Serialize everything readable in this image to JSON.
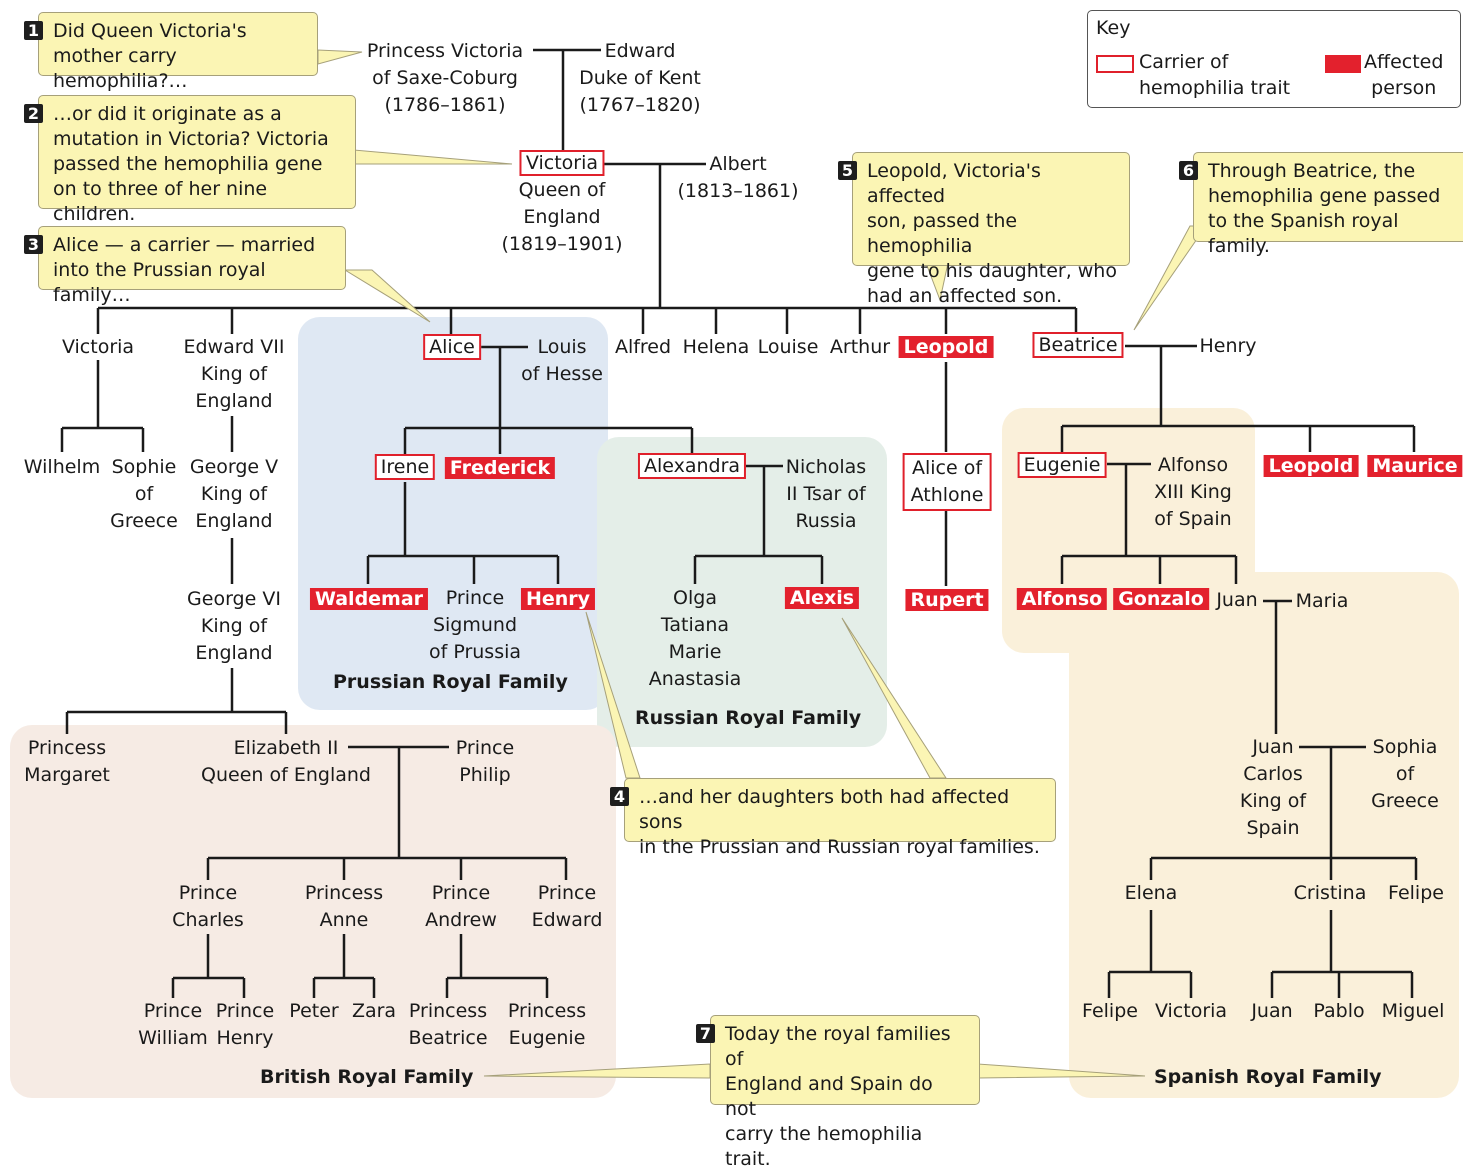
{
  "colors": {
    "affected": "#e3212d",
    "carrier_border": "#e0202b",
    "callout_bg": "#fbf5b4",
    "prussian_bg": "#dfe8f3",
    "russian_bg": "#e4eee8",
    "british_bg": "#f6ebe4",
    "spanish_bg": "#faf0da"
  },
  "key": {
    "title": "Key",
    "carrier_line1": "Carrier of",
    "carrier_line2": "hemophilia trait",
    "affected_line1": "Affected",
    "affected_line2": "person"
  },
  "callouts": {
    "c1": {
      "num": "1",
      "l1": "Did Queen Victoria's",
      "l2": "mother carry hemophilia?…"
    },
    "c2": {
      "num": "2",
      "l1": "…or did it originate as a",
      "l2": "mutation in Victoria? Victoria",
      "l3": "passed the hemophilia gene",
      "l4": "on to three of her nine children."
    },
    "c3": {
      "num": "3",
      "l1": "Alice — a carrier — married",
      "l2": "into the Prussian royal family…"
    },
    "c4": {
      "num": "4",
      "l1": "…and her daughters both had affected sons",
      "l2": "in the Prussian and Russian royal families."
    },
    "c5": {
      "num": "5",
      "l1": "Leopold, Victoria's affected",
      "l2": "son, passed the hemophilia",
      "l3": "gene to his daughter, who",
      "l4": "had an affected son."
    },
    "c6": {
      "num": "6",
      "l1": "Through Beatrice, the",
      "l2": "hemophilia gene passed",
      "l3": "to the Spanish royal family."
    },
    "c7": {
      "num": "7",
      "l1": "Today the royal families of",
      "l2": "England and Spain do not",
      "l3": "carry the hemophilia trait."
    }
  },
  "families": {
    "prussian": "Prussian Royal Family",
    "russian": "Russian Royal Family",
    "british": "British Royal Family",
    "spanish": "Spanish Royal Family"
  },
  "people": {
    "princess_victoria": {
      "l1": "Princess Victoria",
      "l2": "of Saxe-Coburg",
      "l3": "(1786–1861)"
    },
    "edward": {
      "l1": "Edward",
      "l2": "Duke of Kent",
      "l3": "(1767–1820)"
    },
    "victoria_q": {
      "name": "Victoria",
      "l2": "Queen of",
      "l3": "England",
      "l4": "(1819–1901)"
    },
    "albert": {
      "l1": "Albert",
      "l2": "(1813–1861)"
    },
    "victoria_c": "Victoria",
    "edward7": {
      "l1": "Edward VII",
      "l2": "King of",
      "l3": "England"
    },
    "alice": "Alice",
    "louis": {
      "l1": "Louis",
      "l2": "of Hesse"
    },
    "alfred": "Alfred",
    "helena": "Helena",
    "louise": "Louise",
    "arthur": "Arthur",
    "leopold": "Leopold",
    "beatrice": "Beatrice",
    "henry_b": "Henry",
    "wilhelm": "Wilhelm",
    "sophie": {
      "l1": "Sophie",
      "l2": "of",
      "l3": "Greece"
    },
    "george5": {
      "l1": "George V",
      "l2": "King of",
      "l3": "England"
    },
    "george6": {
      "l1": "George VI",
      "l2": "King of",
      "l3": "England"
    },
    "irene": "Irene",
    "frederick": "Frederick",
    "waldemar": "Waldemar",
    "sigmund": {
      "l1": "Prince",
      "l2": "Sigmund",
      "l3": "of Prussia"
    },
    "henry_p": "Henry",
    "alexandra": "Alexandra",
    "nicholas": {
      "l1": "Nicholas",
      "l2": "II Tsar of",
      "l3": "Russia"
    },
    "daughters": {
      "l1": "Olga",
      "l2": "Tatiana",
      "l3": "Marie",
      "l4": "Anastasia"
    },
    "alexis": "Alexis",
    "alice_athlone": {
      "l1": "Alice of",
      "l2": "Athlone"
    },
    "rupert": "Rupert",
    "eugenie_s": "Eugenie",
    "alfonso13": {
      "l1": "Alfonso",
      "l2": "XIII King",
      "l3": "of Spain"
    },
    "leopold_s": "Leopold",
    "maurice": "Maurice",
    "alfonso": "Alfonso",
    "gonzalo": "Gonzalo",
    "juan": "Juan",
    "maria": "Maria",
    "juan_carlos": {
      "l1": "Juan",
      "l2": "Carlos",
      "l3": "King of",
      "l4": "Spain"
    },
    "sophia": {
      "l1": "Sophia",
      "l2": "of",
      "l3": "Greece"
    },
    "elena": "Elena",
    "cristina": "Cristina",
    "felipe": "Felipe",
    "felipe_j": "Felipe",
    "victoria_j": "Victoria",
    "juan_u": "Juan",
    "pablo": "Pablo",
    "miguel": "Miguel",
    "margaret": {
      "l1": "Princess",
      "l2": "Margaret"
    },
    "elizabeth": {
      "l1": "Elizabeth II",
      "l2": "Queen of England"
    },
    "philip": {
      "l1": "Prince",
      "l2": "Philip"
    },
    "charles": {
      "l1": "Prince",
      "l2": "Charles"
    },
    "anne": {
      "l1": "Princess",
      "l2": "Anne"
    },
    "andrew": {
      "l1": "Prince",
      "l2": "Andrew"
    },
    "edward_p": {
      "l1": "Prince",
      "l2": "Edward"
    },
    "william": {
      "l1": "Prince",
      "l2": "William"
    },
    "harry": {
      "l1": "Prince",
      "l2": "Henry"
    },
    "peter": "Peter",
    "zara": "Zara",
    "beatrice_y": {
      "l1": "Princess",
      "l2": "Beatrice"
    },
    "eugenie_y": {
      "l1": "Princess",
      "l2": "Eugenie"
    }
  }
}
